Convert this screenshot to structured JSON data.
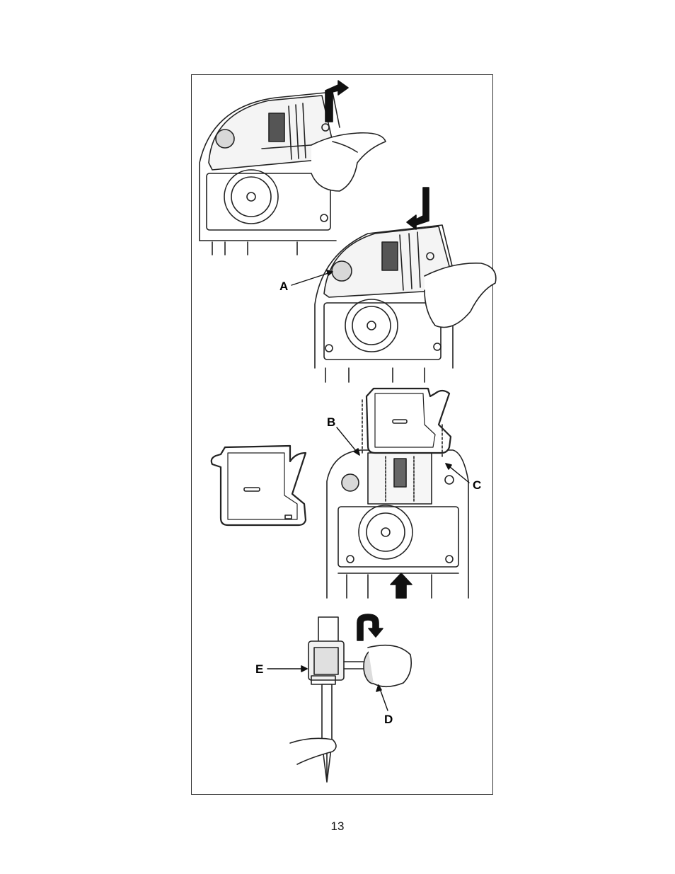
{
  "figure": {
    "callouts": {
      "a": "A",
      "b": "B",
      "c": "C",
      "d": "D",
      "e": "E"
    }
  },
  "page_number": "13"
}
